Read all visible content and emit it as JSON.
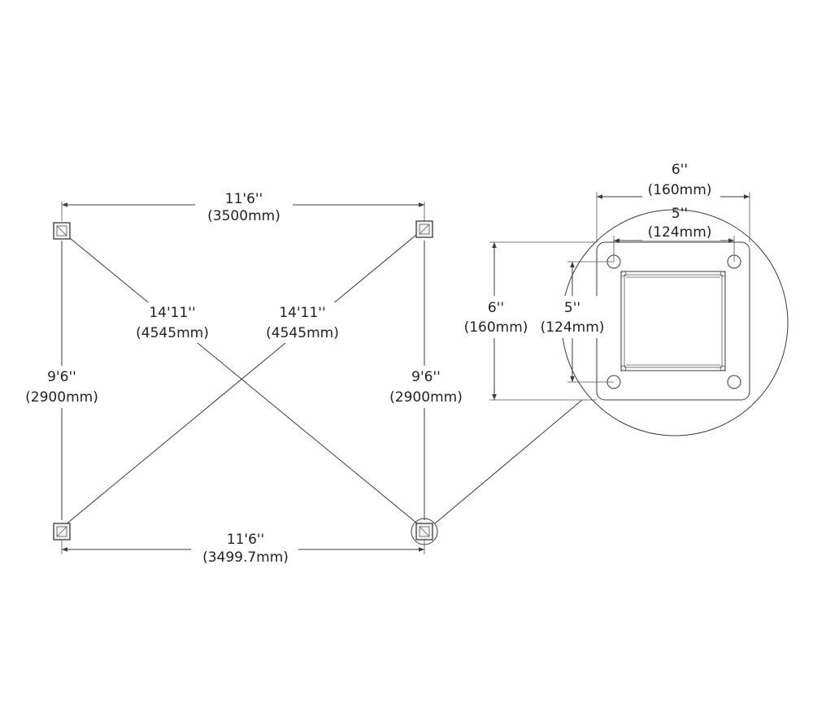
{
  "labels": {
    "top_width_ft": "11'6''",
    "top_width_mm": "(3500mm)",
    "bottom_width_ft": "11'6''",
    "bottom_width_mm": "(3499.7mm)",
    "left_height_ft": "9'6''",
    "left_height_mm": "(2900mm)",
    "right_height_ft": "9'6''",
    "right_height_mm": "(2900mm)",
    "diag1_ft": "14'11''",
    "diag1_mm": "(4545mm)",
    "diag2_ft": "14'11''",
    "diag2_mm": "(4545mm)",
    "plate_width_in": "6''",
    "plate_width_mm": "(160mm)",
    "hole_spacing_width_in": "5''",
    "hole_spacing_width_mm": "(124mm)",
    "plate_height_in": "6''",
    "plate_height_mm": "(160mm)",
    "hole_spacing_height_in": "5''",
    "hole_spacing_height_mm": "(124mm)"
  },
  "colors": {
    "line": "#3a3a3a",
    "text": "#222222"
  }
}
